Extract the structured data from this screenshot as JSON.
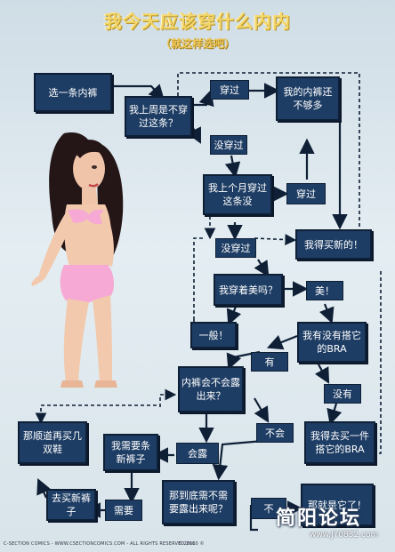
{
  "title": "我今天应该穿什么内内",
  "subtitle": "（就这样选吧）",
  "nodes": {
    "pick": "选一条内裤",
    "worn_last_week": "我上周是不穿过这条？",
    "worn": "穿过",
    "not_enough": "我的内裤还不够多",
    "not_worn": "没穿过",
    "worn_last_month": "我上个月穿过这条没",
    "worn2": "穿过",
    "must_buy": "我得买新的！",
    "not_worn2": "没穿过",
    "pretty": "我穿着美吗？",
    "beautiful": "美！",
    "so_so": "一般！",
    "have_bra": "我有没有搭它的BRA",
    "yes": "有",
    "no": "没有",
    "show": "内裤会不会露出来？",
    "will_not": "不会",
    "will_show": "会露",
    "need_buy_bra": "我得去买一件搭它的BRA",
    "need_new": "我需要条新裤子",
    "buy_more": "那顺道再买几双鞋",
    "buy_pants": "去买新裤子",
    "need": "需要",
    "really_need": "那到底需不需要露出来呢？",
    "no2": "不",
    "that_is": "那就是它了！"
  },
  "footer": "C-SECTION COMICS - WWW.CSECTIONCOMICS.COM - ALL RIGHTS RESERVED 2010 ©",
  "copyright_small": "© 2010",
  "watermark": {
    "text": "简阳论坛",
    "url": "www.JY0832.com"
  },
  "colors": {
    "box": "#1e3d64",
    "title": "#f3d66b",
    "background": "#d8e4ea"
  }
}
